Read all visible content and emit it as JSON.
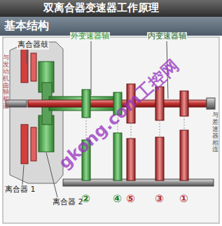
{
  "diagram": {
    "title": "双离合器变速器工作原理",
    "labels": [
      "基本结构",
      "离合器鼓",
      "外变速器轴",
      "内变速器轴",
      "离合器 1",
      "离合器 2",
      "②",
      "④",
      "⑤",
      "③",
      "①",
      "与发动机曲轴相连",
      "与差速器相连",
      "gkong.com工控网"
    ]
  }
}
